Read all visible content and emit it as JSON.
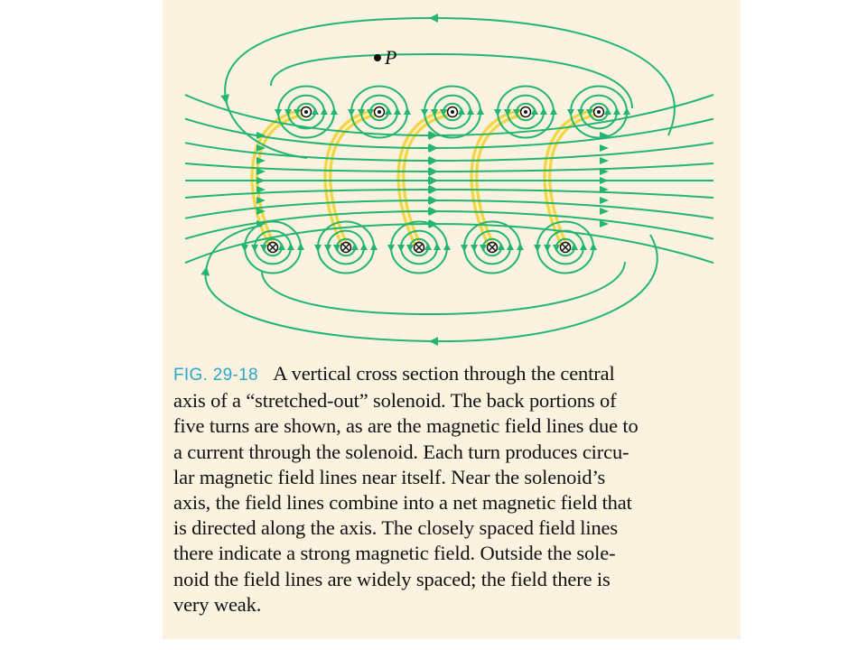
{
  "colors": {
    "background": "#ffffff",
    "paper": "#fbf3e0",
    "field_line": "#22b573",
    "coil": "#f5d44a",
    "fig_label": "#2aa7c9",
    "text": "#111111"
  },
  "figure": {
    "point_label": "P",
    "current_out_symbol": "⊙",
    "current_in_symbol": "⊗",
    "turn_count": 5
  },
  "caption": {
    "label": "FIG. 29-18",
    "text": "A vertical cross section through the central\naxis of a “stretched-out” solenoid. The back portions of\nfive turns are shown, as are the magnetic field lines due to\na current through the solenoid. Each turn produces circu-\nlar magnetic field lines near itself. Near the solenoid’s\naxis, the field lines combine into a net magnetic field that\nis directed along the axis. The closely spaced field lines\nthere indicate a strong magnetic field. Outside the sole-\nnoid the field lines are widely spaced; the field there is\nvery weak."
  }
}
